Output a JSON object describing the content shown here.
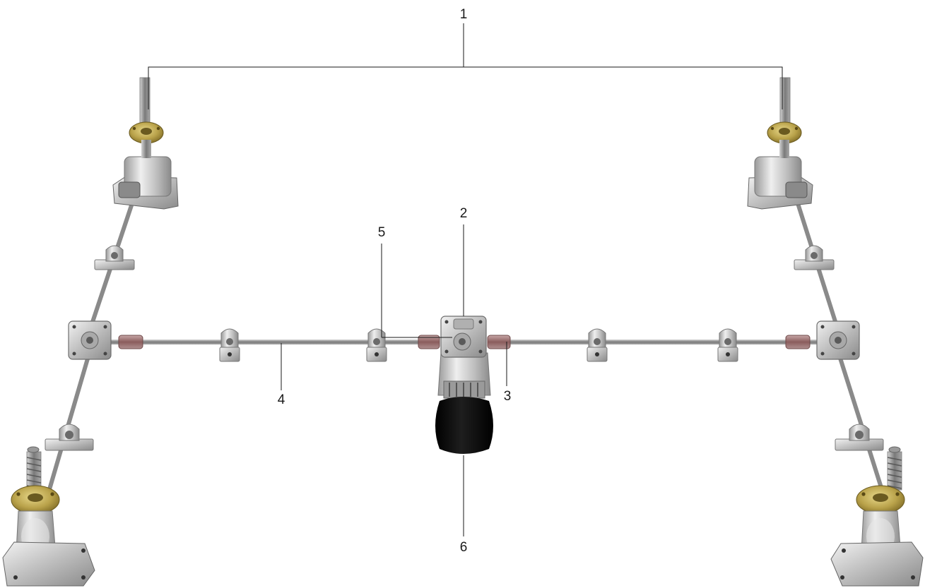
{
  "diagram": {
    "callouts": [
      {
        "id": "1",
        "label": "1"
      },
      {
        "id": "2",
        "label": "2"
      },
      {
        "id": "3",
        "label": "3"
      },
      {
        "id": "4",
        "label": "4"
      },
      {
        "id": "5",
        "label": "5"
      },
      {
        "id": "6",
        "label": "6"
      }
    ],
    "colors": {
      "background": "#ffffff",
      "leader_line": "#1a1a1a",
      "shaft_steel": "#8e8e8e",
      "housing_silver": "#c9c9c9",
      "flange_brass": "#b9a24a",
      "motor_black": "#0a0a0a",
      "coupling_red": "#9b6a6a"
    },
    "components": [
      {
        "name": "screw-jack-back-left",
        "icon": "screw-jack-icon"
      },
      {
        "name": "screw-jack-back-right",
        "icon": "screw-jack-icon"
      },
      {
        "name": "screw-jack-front-left",
        "icon": "screw-jack-icon"
      },
      {
        "name": "screw-jack-front-right",
        "icon": "screw-jack-icon"
      },
      {
        "name": "central-gearbox",
        "icon": "bevel-gearbox-icon"
      },
      {
        "name": "motor",
        "icon": "electric-motor-icon"
      },
      {
        "name": "corner-gearbox-left",
        "icon": "bevel-gearbox-icon"
      },
      {
        "name": "corner-gearbox-right",
        "icon": "bevel-gearbox-icon"
      }
    ]
  }
}
